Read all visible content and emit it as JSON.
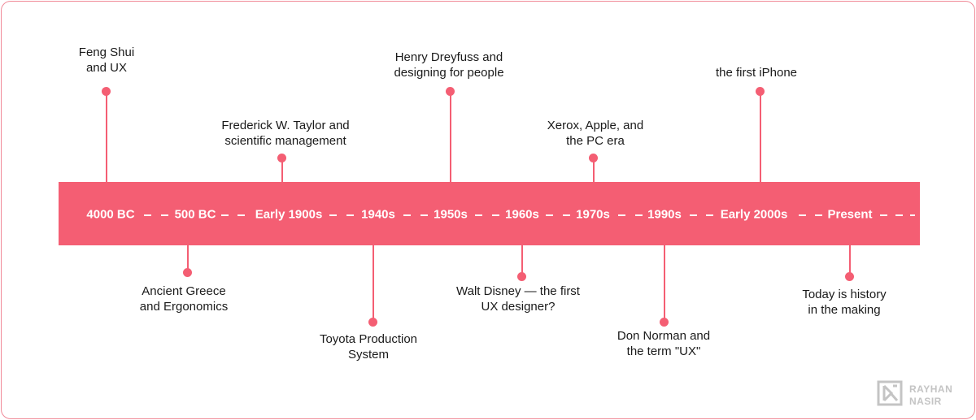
{
  "eras": [
    "4000 BC",
    "500 BC",
    "Early 1900s",
    "1940s",
    "1950s",
    "1960s",
    "1970s",
    "1990s",
    "Early 2000s",
    "Present"
  ],
  "events_above": [
    "Feng Shui\nand UX",
    "Frederick W. Taylor and\nscientific management",
    "Henry Dreyfuss and\ndesigning for people",
    "Xerox, Apple, and\nthe PC era",
    "the first iPhone"
  ],
  "events_below": [
    "Ancient Greece\nand Ergonomics",
    "Toyota Production\nSystem",
    "Walt Disney — the first\nUX designer?",
    "Don Norman and\nthe term \"UX\"",
    "Today is history\nin the making"
  ],
  "brand": {
    "line1": "RAYHAN",
    "line2": "NASIR"
  },
  "colors": {
    "accent": "#f45e73",
    "border": "#f08a98",
    "logo": "#c4c4c4"
  }
}
